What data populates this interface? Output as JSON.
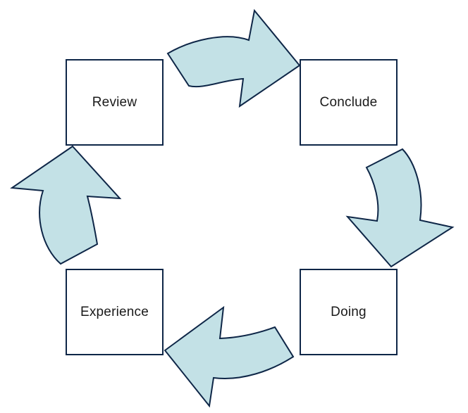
{
  "diagram": {
    "kind": "cycle",
    "nodes": [
      {
        "label": "Review"
      },
      {
        "label": "Conclude"
      },
      {
        "label": "Doing"
      },
      {
        "label": "Experience"
      }
    ],
    "arrows": [
      {
        "from": "Review",
        "to": "Conclude",
        "direction": "right"
      },
      {
        "from": "Conclude",
        "to": "Doing",
        "direction": "down"
      },
      {
        "from": "Doing",
        "to": "Experience",
        "direction": "left"
      },
      {
        "from": "Experience",
        "to": "Review",
        "direction": "up"
      }
    ],
    "colors": {
      "arrow_fill": "#c3e1e6",
      "outline": "#0e2647",
      "node_fill": "#ffffff",
      "text": "#1a1a1a",
      "background": "#ffffff"
    }
  }
}
